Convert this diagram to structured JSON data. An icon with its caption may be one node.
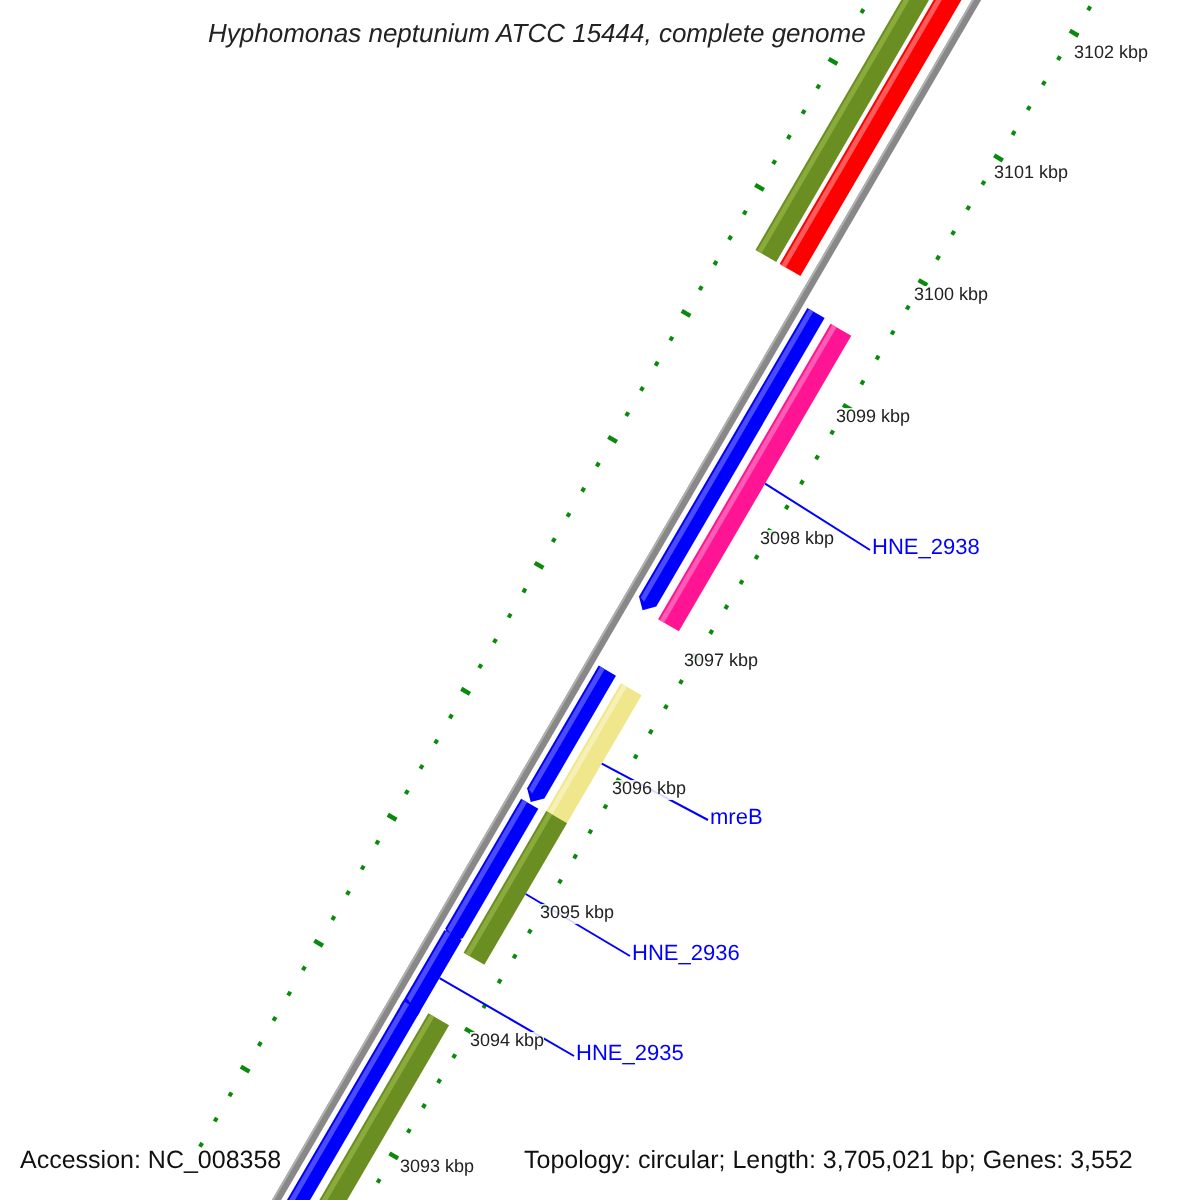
{
  "diagram": {
    "title": "Hyphomonas neptunium ATCC 15444, complete genome",
    "nodes": [
      {
        "text": [
          "HNE_2938"
        ]
      },
      {
        "text": [],
        "shape": "bar"
      },
      {
        "text": [
          "mreB"
        ]
      },
      {
        "text": [],
        "shape": "bar"
      },
      {
        "text": [
          "HNE_2936"
        ]
      },
      {
        "text": [],
        "shape": "bar"
      },
      {
        "text": [
          "HNE_2935"
        ]
      },
      {
        "text": [],
        "shape": "bar"
      }
    ],
    "edges": [
      {
        "from": 0,
        "to": 1,
        "arrow": "none"
      },
      {
        "from": 2,
        "to": 3,
        "arrow": "none"
      },
      {
        "from": 4,
        "to": 5,
        "arrow": "none"
      },
      {
        "from": 6,
        "to": 7,
        "arrow": "none"
      }
    ],
    "labels": [
      "3102 kbp",
      "3101 kbp",
      "3100 kbp",
      "3099 kbp",
      "3098 kbp",
      "3097 kbp",
      "3096 kbp",
      "3095 kbp",
      "3094 kbp",
      "3093 kbp",
      "Accession: NC_008358",
      "Topology: circular; Length: 3,705,021 bp; Genes: 3,552"
    ]
  }
}
